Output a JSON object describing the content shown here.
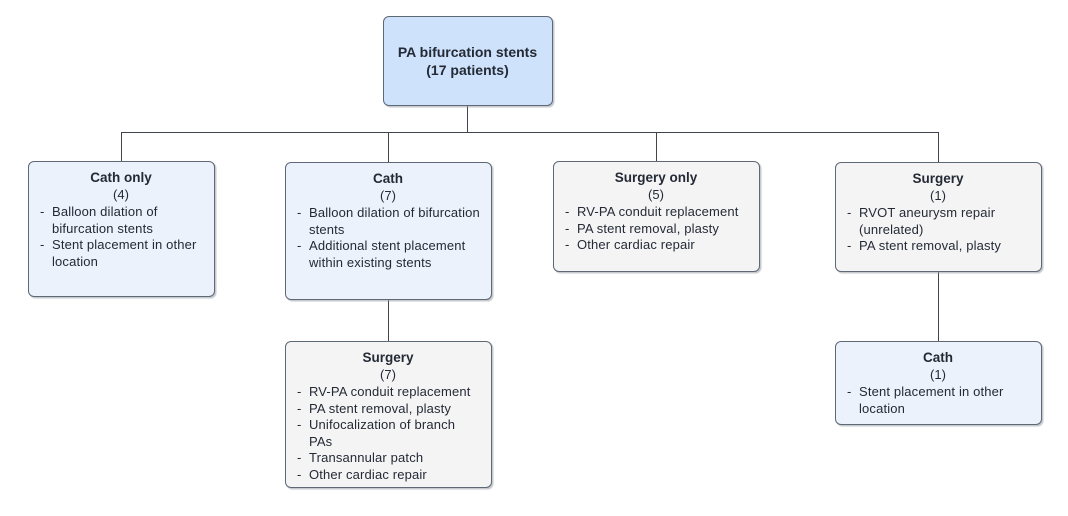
{
  "diagram": {
    "type": "flowchart",
    "colors": {
      "root_fill": "#cfe2fb",
      "cath_fill": "#ebf2fc",
      "surgery_fill": "#f4f4f5",
      "border": "#5f6875",
      "connector": "#40454d",
      "text": "#242a35"
    },
    "nodes": {
      "root": {
        "title": "PA bifurcation stents",
        "count": "(17 patients)"
      },
      "cath_only": {
        "title": "Cath only",
        "count": "(4)",
        "items": [
          "Balloon dilation of bifurcation stents",
          "Stent placement in other location"
        ]
      },
      "cath": {
        "title": "Cath",
        "count": "(7)",
        "items": [
          "Balloon dilation of bifurcation stents",
          "Additional stent placement within existing stents"
        ]
      },
      "surgery_only": {
        "title": "Surgery only",
        "count": "(5)",
        "items": [
          "RV-PA conduit replacement",
          "PA stent removal, plasty",
          "Other cardiac repair"
        ]
      },
      "surgery": {
        "title": "Surgery",
        "count": "(1)",
        "items": [
          "RVOT aneurysm repair (unrelated)",
          "PA stent removal, plasty"
        ]
      },
      "surgery_after_cath": {
        "title": "Surgery",
        "count": "(7)",
        "items": [
          "RV-PA conduit replacement",
          "PA stent removal, plasty",
          "Unifocalization of branch PAs",
          "Transannular patch",
          "Other cardiac repair"
        ]
      },
      "cath_after_surgery": {
        "title": "Cath",
        "count": "(1)",
        "items": [
          "Stent placement in other location"
        ]
      }
    }
  }
}
